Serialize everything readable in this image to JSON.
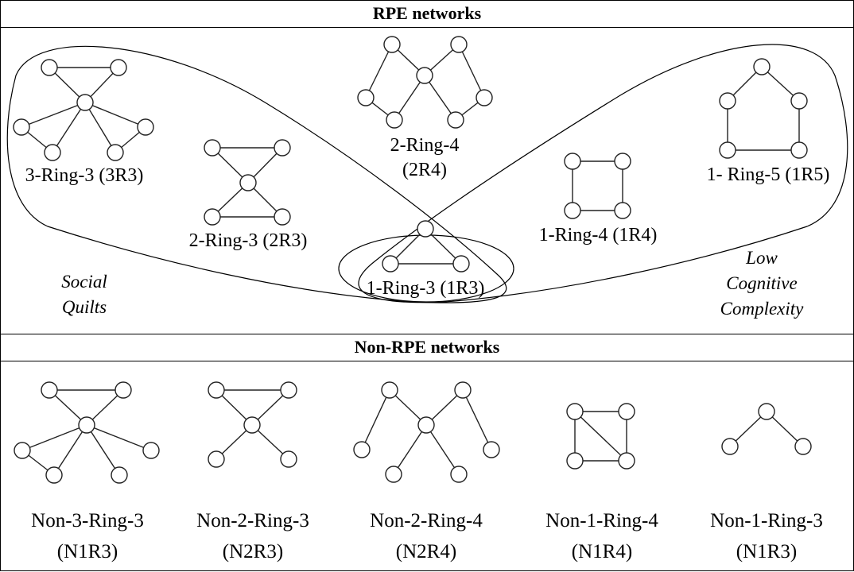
{
  "headers": {
    "rpe": "RPE networks",
    "non_rpe": "Non-RPE networks"
  },
  "groups": {
    "social_quilts": [
      "Social",
      "Quilts"
    ],
    "low_cognitive": [
      "Low",
      "Cognitive",
      "Complexity"
    ]
  },
  "rpe_networks": [
    {
      "id": "3R3",
      "label": "3-Ring-3 (3R3)"
    },
    {
      "id": "2R3",
      "label": "2-Ring-3 (2R3)"
    },
    {
      "id": "2R4",
      "label": [
        "2-Ring-4",
        "(2R4)"
      ]
    },
    {
      "id": "1R3",
      "label": "1-Ring-3 (1R3)"
    },
    {
      "id": "1R4",
      "label": "1-Ring-4 (1R4)"
    },
    {
      "id": "1R5",
      "label": "1- Ring-5 (1R5)"
    }
  ],
  "non_rpe_networks": [
    {
      "id": "N3R3",
      "label": [
        "Non-3-Ring-3",
        "(N1R3)"
      ]
    },
    {
      "id": "N2R3",
      "label": [
        "Non-2-Ring-3",
        "(N2R3)"
      ]
    },
    {
      "id": "N2R4",
      "label": [
        "Non-2-Ring-4",
        "(N2R4)"
      ]
    },
    {
      "id": "N1R4",
      "label": [
        "Non-1-Ring-4",
        "(N1R4)"
      ]
    },
    {
      "id": "N1R3",
      "label": [
        "Non-1-Ring-3",
        "(N1R3)"
      ]
    }
  ]
}
